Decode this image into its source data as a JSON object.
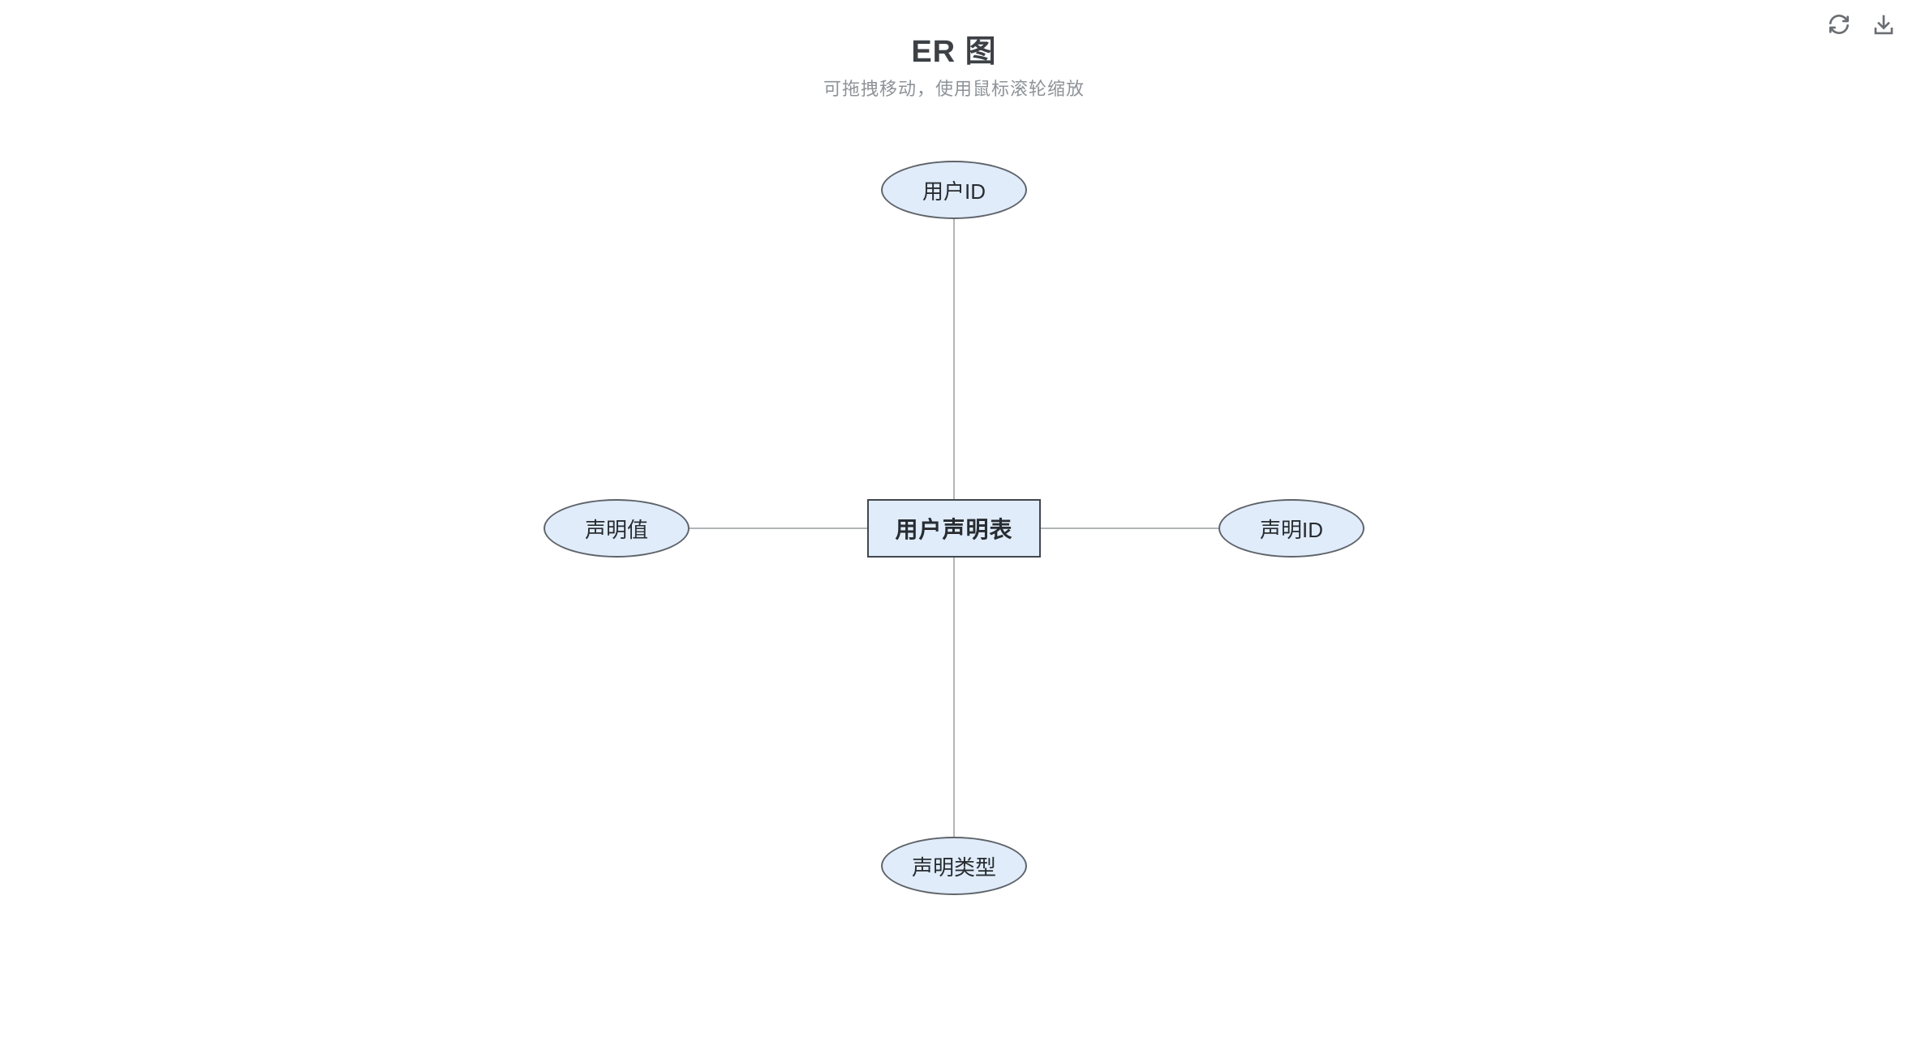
{
  "header": {
    "title": "ER 图",
    "subtitle": "可拖拽移动，使用鼠标滚轮缩放"
  },
  "toolbar": {
    "buttons": [
      {
        "icon": "refresh-icon",
        "action": "refresh"
      },
      {
        "icon": "download-icon",
        "action": "download"
      }
    ]
  },
  "diagram": {
    "type": "er",
    "entity": {
      "label": "用户声明表",
      "shape": "rectangle"
    },
    "attributes": [
      {
        "label": "用户ID",
        "shape": "ellipse",
        "position": "top"
      },
      {
        "label": "声明值",
        "shape": "ellipse",
        "position": "left"
      },
      {
        "label": "声明ID",
        "shape": "ellipse",
        "position": "right"
      },
      {
        "label": "声明类型",
        "shape": "ellipse",
        "position": "bottom"
      }
    ],
    "connectors": [
      {
        "from": "用户声明表",
        "to": "用户ID"
      },
      {
        "from": "用户声明表",
        "to": "声明值"
      },
      {
        "from": "用户声明表",
        "to": "声明ID"
      },
      {
        "from": "用户声明表",
        "to": "声明类型"
      }
    ]
  },
  "colors": {
    "background": "#ffffff",
    "shape_fill": "#e0ecfa",
    "entity_border": "#42474d",
    "ellipse_border": "#5f646a",
    "connector": "#b2b5b8",
    "title_text": "#3d4145",
    "subtitle_text": "#8e9399",
    "label_text": "#282c31",
    "icon": "#6a6e73"
  }
}
